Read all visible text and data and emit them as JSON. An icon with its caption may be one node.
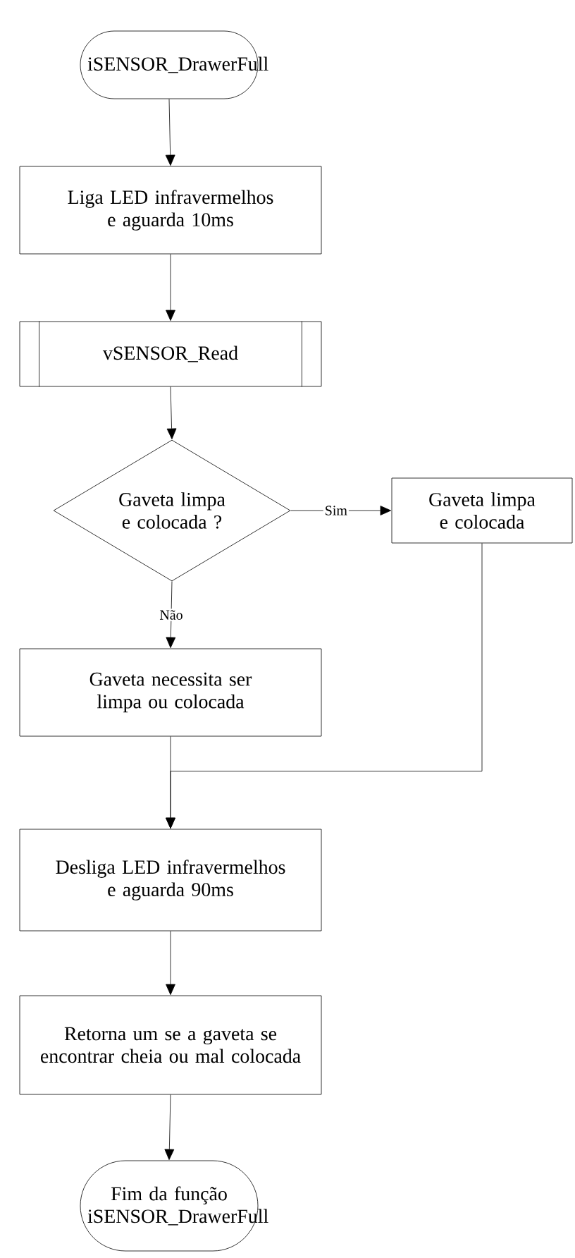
{
  "diagram": {
    "nodes": [
      {
        "text": [
          "iSENSOR_DrawerFull"
        ]
      },
      {
        "text": [
          "Liga LED infravermelhos e aguarda 10ms"
        ]
      },
      {
        "text": [
          "vSENSOR_Read"
        ]
      },
      {
        "text": [
          "Gaveta limpa e colocada ?"
        ]
      },
      {
        "text": [
          "Gaveta limpa e colocada"
        ]
      },
      {
        "text": [
          "Gaveta necessita ser limpa ou colocada"
        ]
      },
      {
        "text": [
          "Desliga LED infravermelhos e aguarda 90ms"
        ]
      },
      {
        "text": [
          "Retorna um se a gaveta se encontrar cheia ou mal colocada"
        ]
      },
      {
        "text": [
          "Fim da função iSENSOR_DrawerFull"
        ]
      }
    ],
    "edges": [
      {
        "from": 0,
        "to": 1,
        "arrow": "to"
      },
      {
        "from": 1,
        "to": 2,
        "arrow": "to"
      },
      {
        "from": 2,
        "to": 3,
        "arrow": "to"
      },
      {
        "from": 3,
        "to": 4,
        "arrow": "to",
        "label": "Sim"
      },
      {
        "from": 3,
        "to": 5,
        "arrow": "to",
        "label": "Não"
      },
      {
        "from": 5,
        "to": 6,
        "arrow": "to"
      },
      {
        "from": 4,
        "to": 6,
        "arrow": "to"
      },
      {
        "from": 6,
        "to": 7,
        "arrow": "to"
      },
      {
        "from": 7,
        "to": 8,
        "arrow": "to"
      }
    ]
  }
}
